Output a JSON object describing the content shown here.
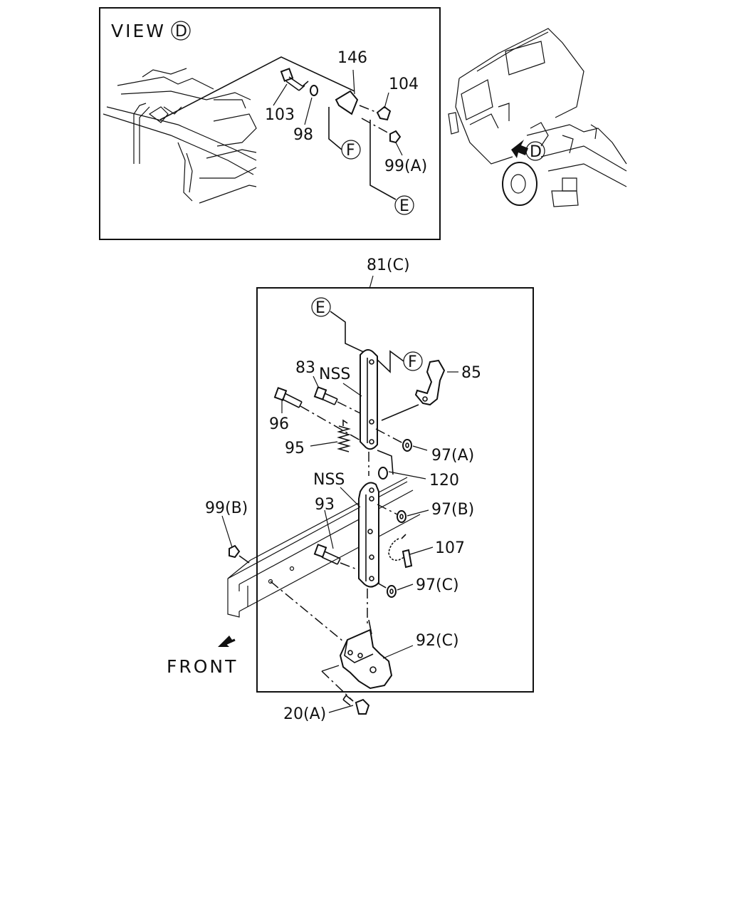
{
  "view_panel": {
    "title": "VIEW",
    "view_marker": "D",
    "callouts": {
      "p146": "146",
      "p104": "104",
      "p103": "103",
      "p98": "98",
      "p99a": "99(A)",
      "ref_f": "F",
      "ref_e": "E"
    }
  },
  "truck_view": {
    "marker": "D"
  },
  "main_assembly": {
    "assembly_label": "81(C)",
    "ref_e": "E",
    "ref_f": "F",
    "callouts": {
      "p83": "83",
      "nss_top": "NSS",
      "p85": "85",
      "p96": "96",
      "p95": "95",
      "p97a": "97(A)",
      "p120": "120",
      "nss_bottom": "NSS",
      "p99b": "99(B)",
      "p93": "93",
      "p97b": "97(B)",
      "p107": "107",
      "p97c": "97(C)",
      "p92c": "92(C)",
      "p20a": "20(A)"
    },
    "direction_label": "FRONT"
  }
}
